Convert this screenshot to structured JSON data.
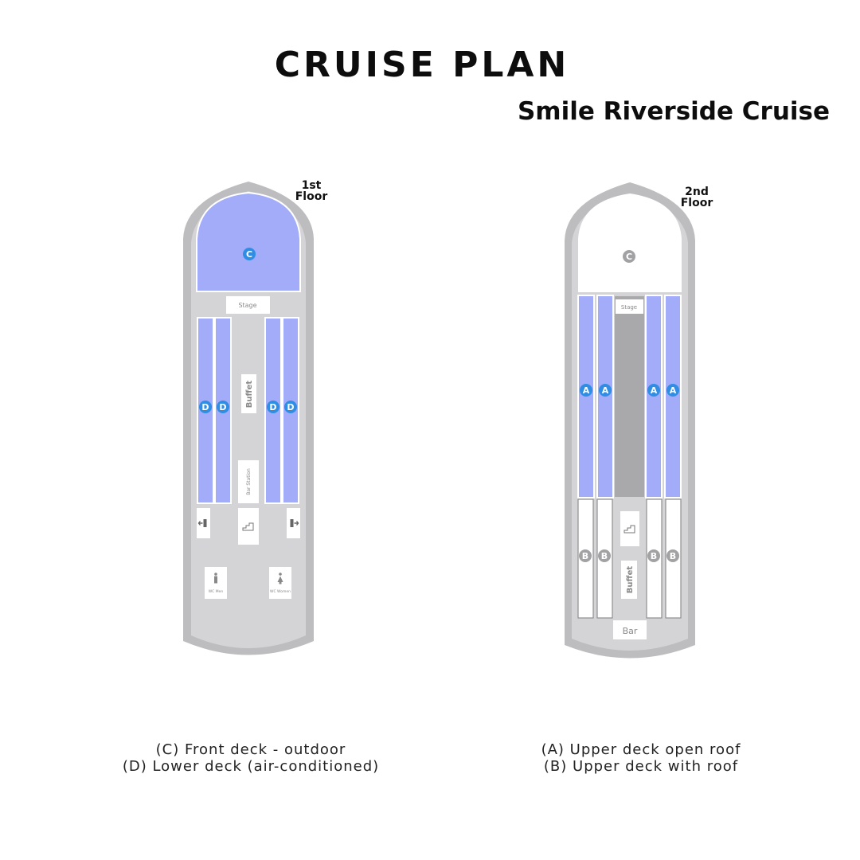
{
  "header": {
    "title": "CRUISE PLAN",
    "subtitle": "Smile Riverside Cruise"
  },
  "floors": [
    {
      "label_line1": "1st",
      "label_line2": "Floor",
      "zones": {
        "front": "C",
        "lower": "D"
      },
      "rooms": {
        "stage": "Stage",
        "buffet": "Buffet",
        "bar_station": "Bar Station",
        "wc_men": "WC Men",
        "wc_women": "WC Women"
      },
      "legend": [
        "(C) Front deck - outdoor",
        "(D) Lower deck (air-conditioned)"
      ]
    },
    {
      "label_line1": "2nd",
      "label_line2": "Floor",
      "zones": {
        "front": "C",
        "open": "A",
        "roof": "B"
      },
      "rooms": {
        "stage": "Stage",
        "buffet": "Buffet",
        "bar": "Bar"
      },
      "legend": [
        "(A) Upper deck open roof",
        "(B) Upper deck with roof"
      ]
    }
  ],
  "colors": {
    "hull": "#bdbdbf",
    "deck": "#d4d4d6",
    "blue_zone": "#a3acf8",
    "badge_blue": "#2f8ee4",
    "badge_grey": "#a2a2a4",
    "aisle_dark": "#a9a9ab",
    "room": "#ffffff"
  },
  "icons": [
    "exit-icon",
    "stairs-icon",
    "wc-men-icon",
    "wc-women-icon"
  ]
}
